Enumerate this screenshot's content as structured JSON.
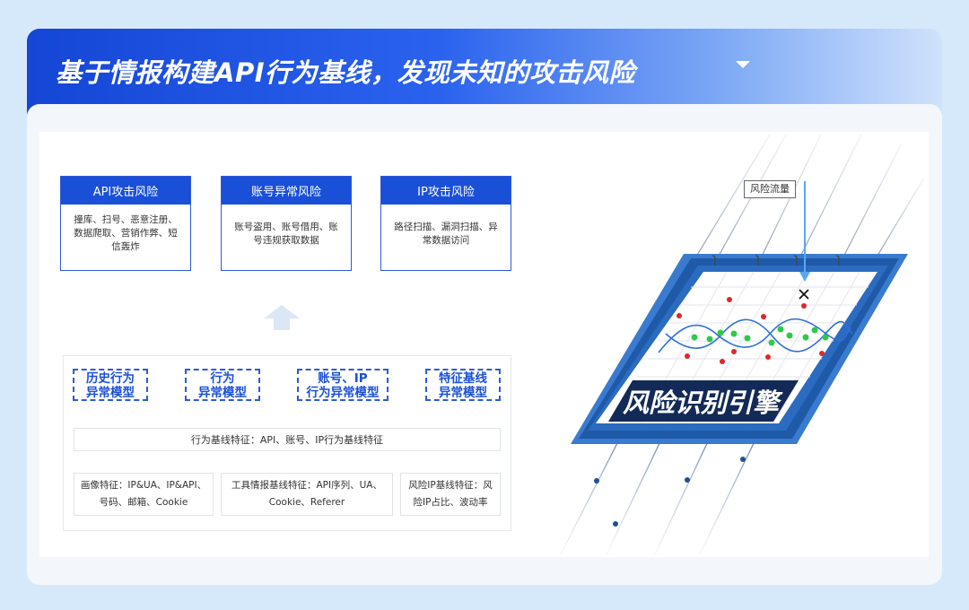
{
  "header": {
    "title": "基于情报构建API行为基线，发现未知的攻击风险"
  },
  "risk_cards": [
    {
      "title": "API攻击风险",
      "lines": [
        "撞库、扫号、恶意注册、",
        "数据爬取、营销作弊、短",
        "信轰炸"
      ]
    },
    {
      "title": "账号异常风险",
      "lines": [
        "账号盗用、账号借用、账",
        "号违规获取数据"
      ]
    },
    {
      "title": "IP攻击风险",
      "lines": [
        "路径扫描、漏洞扫描、异",
        "常数据访问"
      ]
    }
  ],
  "models": [
    {
      "line1": "历史行为",
      "line2": "异常模型"
    },
    {
      "line1": "行为",
      "line2": "异常模型"
    },
    {
      "line1": "账号、IP",
      "line2": "行为异常模型"
    },
    {
      "line1": "特征基线",
      "line2": "异常模型"
    }
  ],
  "baseline": "行为基线特征：API、账号、IP行为基线特征",
  "features": [
    {
      "line1": "画像特征：IP&UA、IP&API、",
      "line2": "号码、邮箱、Cookie"
    },
    {
      "line1": "工具情报基线特征：API序列、UA、",
      "line2": "Cookie、Referer"
    },
    {
      "line1": "风险IP基线特征：风",
      "line2": "险IP占比、波动率"
    }
  ],
  "engine": {
    "flow_label": "风险流量",
    "label": "风险识别引擎",
    "colors": {
      "frame": "#2f6fc4",
      "label_bg": "#132a58",
      "normal_dot": "#2ec94a",
      "risk_dot": "#e0262a",
      "wave": "#2f6fd8"
    }
  },
  "colors": {
    "primary": "#1a4fd8",
    "header_end": "#cfe2fb"
  }
}
